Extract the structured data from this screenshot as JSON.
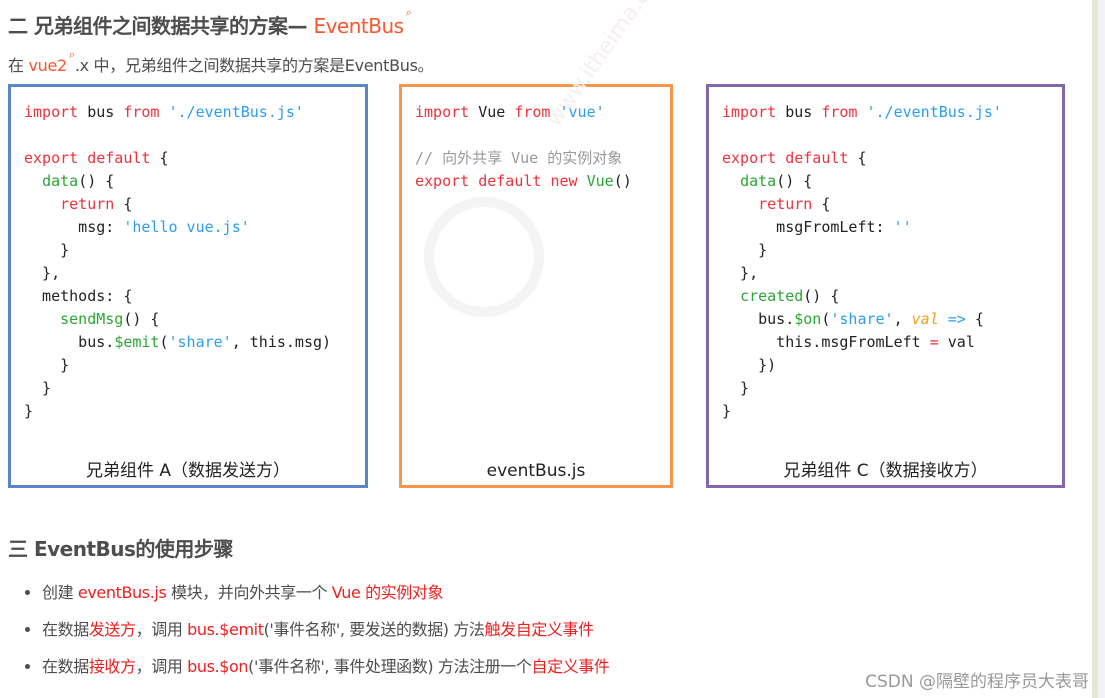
{
  "section2": {
    "title_prefix": "二 兄弟组件之间数据共享的方案— ",
    "title_link": "EventBus",
    "search_icon": "search-icon",
    "intro_prefix": "在 ",
    "intro_link": "vue2",
    "intro_suffix": ".x 中，兄弟组件之间数据共享的方案是EventBus。"
  },
  "boxes": {
    "a": {
      "border_color": "#5b85c6",
      "caption": "兄弟组件 A（数据发送方）",
      "code": {
        "l1": [
          "import",
          " bus ",
          "from",
          " './eventBus.js'"
        ],
        "l3": [
          "export default",
          " {"
        ],
        "l4": [
          "  ",
          "data",
          "() {"
        ],
        "l5": [
          "    ",
          "return",
          " {"
        ],
        "l6": [
          "      msg: ",
          "'hello vue.js'"
        ],
        "l7": "    }",
        "l8": "  },",
        "l9": "  methods: {",
        "l10": [
          "    ",
          "sendMsg",
          "() {"
        ],
        "l11": [
          "      bus.",
          "$emit",
          "(",
          "'share'",
          ", this.msg)"
        ],
        "l12": "    }",
        "l13": "  }",
        "l14": "}"
      }
    },
    "b": {
      "border_color": "#f7964a",
      "caption": "eventBus.js",
      "code": {
        "l1": [
          "import",
          " Vue ",
          "from",
          " 'vue'"
        ],
        "l3": "// 向外共享 Vue 的实例对象",
        "l4": [
          "export default new",
          " ",
          "Vue",
          "()"
        ]
      },
      "watermark": "www.itheima.com"
    },
    "c": {
      "border_color": "#8466ad",
      "caption": "兄弟组件 C（数据接收方）",
      "code": {
        "l1": [
          "import",
          " bus ",
          "from",
          " './eventBus.js'"
        ],
        "l3": [
          "export default",
          " {"
        ],
        "l4": [
          "  ",
          "data",
          "() {"
        ],
        "l5": [
          "    ",
          "return",
          " {"
        ],
        "l6": [
          "      msgFromLeft: ",
          "''"
        ],
        "l7": "    }",
        "l8": "  },",
        "l9": [
          "  ",
          "created",
          "() {"
        ],
        "l10": [
          "    bus.",
          "$on",
          "(",
          "'share'",
          ", ",
          "val",
          " ",
          "=>",
          " {"
        ],
        "l11": [
          "      this.msgFromLeft ",
          "=",
          " val"
        ],
        "l12": "    })",
        "l13": "  }",
        "l14": "}"
      }
    }
  },
  "section3": {
    "title": "三 EventBus的使用步骤",
    "steps": [
      {
        "parts": [
          "创建 ",
          "eventBus.js",
          " 模块，并向外共享一个 ",
          "Vue 的实例对象"
        ]
      },
      {
        "parts": [
          "在数据",
          "发送方",
          "，调用 ",
          "bus.$emit",
          "('事件名称', 要发送的数据) 方法",
          "触发自定义事件"
        ]
      },
      {
        "parts": [
          "在数据",
          "接收方",
          "，调用 ",
          "bus.$on",
          "('事件名称', 事件处理函数) 方法注册一个",
          "自定义事件"
        ]
      }
    ]
  },
  "footer": {
    "watermark": "CSDN @隔壁的程序员大表哥"
  },
  "colors": {
    "link": "#fc5531",
    "highlight_red": "#f01f1f",
    "keyword": "#f0323c",
    "string": "#2d9df0",
    "function": "#2aa633"
  }
}
